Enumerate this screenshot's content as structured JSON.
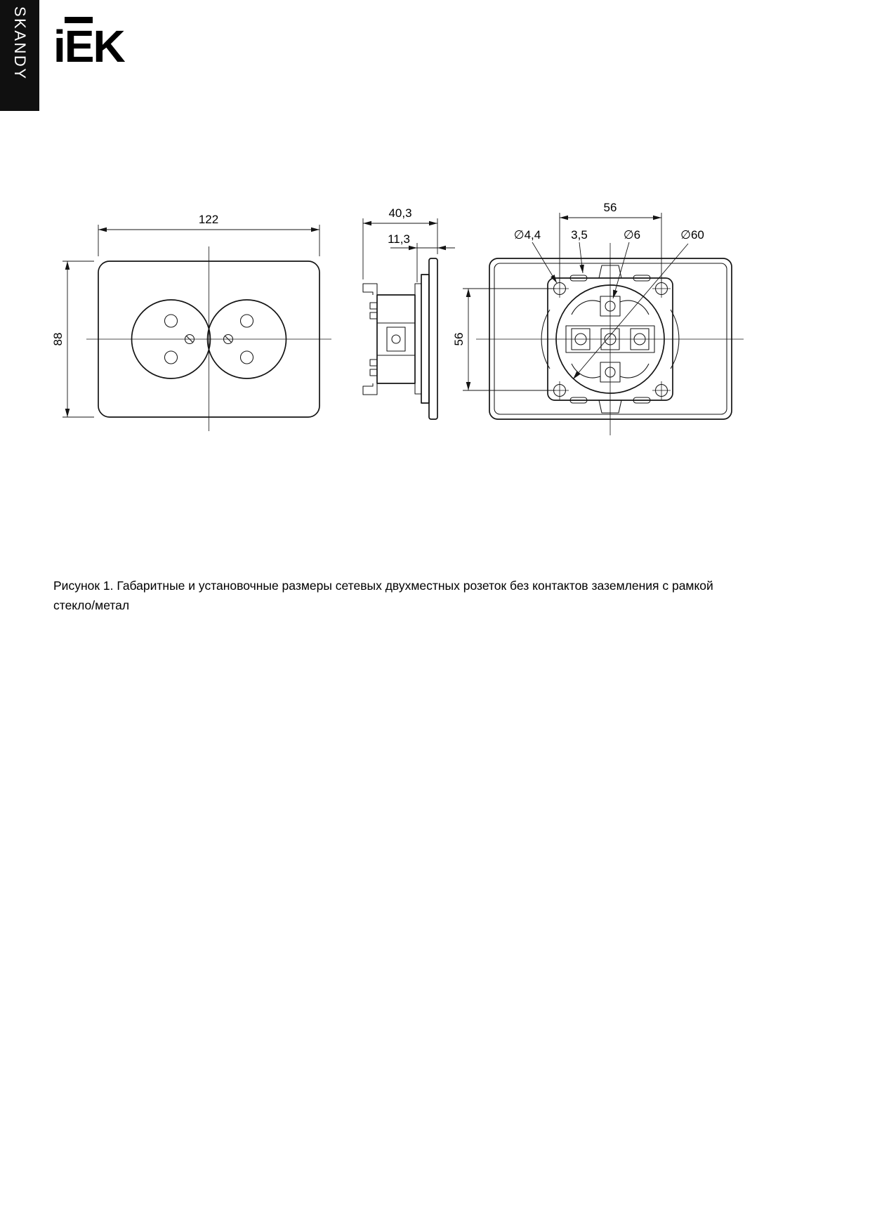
{
  "brand": {
    "vertical_label": "SKANDY",
    "logo_i": "i",
    "logo_e": "E",
    "logo_k": "K"
  },
  "figure": {
    "caption": "Рисунок 1. Габаритные и установочные размеры сетевых двухместных розеток без контактов заземления с рамкой стекло/метал"
  },
  "views": {
    "front": {
      "width_label": "122",
      "height_label": "88"
    },
    "side": {
      "depth_label": "40,3",
      "frame_label": "11,3"
    },
    "back": {
      "width_label": "56",
      "height_label": "56",
      "screw_hole_label": "∅4,4",
      "slot_label": "3,5",
      "claw_hole_label": "∅6",
      "circle_label": "∅60"
    }
  }
}
